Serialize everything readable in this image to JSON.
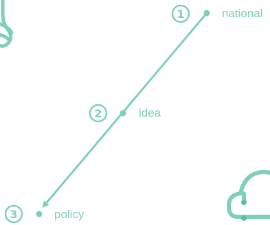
{
  "colors": {
    "accent": "#7fd0b5",
    "accent_dark": "#5cbf9c",
    "background": "#ffffff"
  },
  "steps": [
    {
      "number": "1",
      "label": "national"
    },
    {
      "number": "2",
      "label": "idea"
    },
    {
      "number": "3",
      "label": "policy"
    }
  ],
  "decorations": [
    {
      "icon": "lightbulb-icon"
    },
    {
      "icon": "cloud-icon"
    }
  ]
}
